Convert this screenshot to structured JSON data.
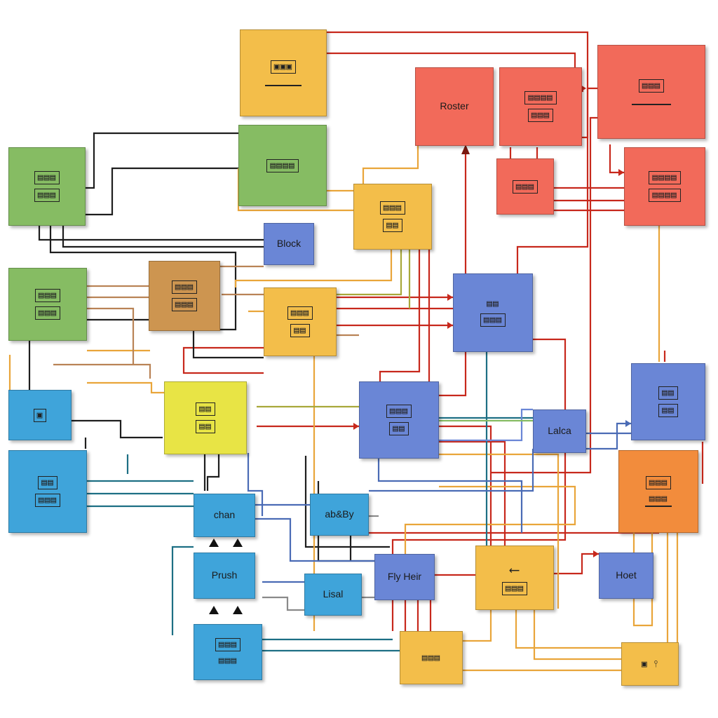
{
  "diagram": {
    "colors": {
      "yellow": "#f3be4a",
      "red": "#f26a5a",
      "green": "#86bc63",
      "tan": "#cd9550",
      "blue": "#6a86d6",
      "cyan": "#3fa4da",
      "lime": "#e8e445",
      "orange": "#f28c3c"
    },
    "nodes": {
      "n_top_yellow": {
        "glyph": "▣▣▣",
        "icon": "bracket-icon"
      },
      "n_roster": {
        "label": "Roster"
      },
      "n_red_mid": {
        "glyph": "▤▤▤▤",
        "sub": "▤▤▤"
      },
      "n_red_big": {
        "glyph": "▤▤▤",
        "icon": "bracket-icon"
      },
      "n_red_small": {
        "glyph": "▤▤▤"
      },
      "n_red_right": {
        "glyph": "▤▤▤▤",
        "sub": "▤▤▤▤"
      },
      "n_green_top": {
        "glyph": "▤▤▤▤"
      },
      "n_green_left": {
        "glyph": "▤▤▤",
        "sub": "▤▤▤"
      },
      "n_yellow_mid": {
        "glyph": "▤▤▤",
        "sub": "▤▤"
      },
      "n_block": {
        "label": "Block"
      },
      "n_green_left2": {
        "glyph": "▤▤▤",
        "sub": "▤▤▤"
      },
      "n_tan": {
        "glyph": "▤▤▤",
        "sub": "▤▤▤"
      },
      "n_yellow_center": {
        "glyph": "▤▤▤",
        "sub": "▤▤"
      },
      "n_blue_center": {
        "glyph": "▤▤",
        "sub": "▤▤▤"
      },
      "n_cyan_left": {
        "glyph": "▣"
      },
      "n_lime": {
        "glyph": "▤▤",
        "sub": "▤▤"
      },
      "n_blue_mid": {
        "glyph": "▤▤▤",
        "sub": "▤▤"
      },
      "n_lalca": {
        "label": "Lalca"
      },
      "n_blue_right": {
        "glyph": "▤▤",
        "sub": "▤▤"
      },
      "n_cyan_left2": {
        "glyph": "▤▤",
        "sub": "▤▤▤"
      },
      "n_orange": {
        "glyph": "▤▤▤",
        "sub": "▤▤▤"
      },
      "n_cyan_chan": {
        "label": "chan"
      },
      "n_cyan_ab": {
        "label": "ab&By"
      },
      "n_prush": {
        "label": "Prush"
      },
      "n_lisal": {
        "label": "Lisal"
      },
      "n_fly": {
        "label": "Fly Heir"
      },
      "n_yellow_arrow": {
        "glyph": "⟵",
        "sub": "▤▤▤"
      },
      "n_hoet": {
        "label": "Hoet"
      },
      "n_cyan_bottom": {
        "glyph": "▤▤▤",
        "sub": "▤▤▤"
      },
      "n_yellow_bottom": {
        "glyph": "▤▤▤"
      },
      "n_yellow_br": {
        "glyph": "▣ ⫯"
      }
    }
  }
}
